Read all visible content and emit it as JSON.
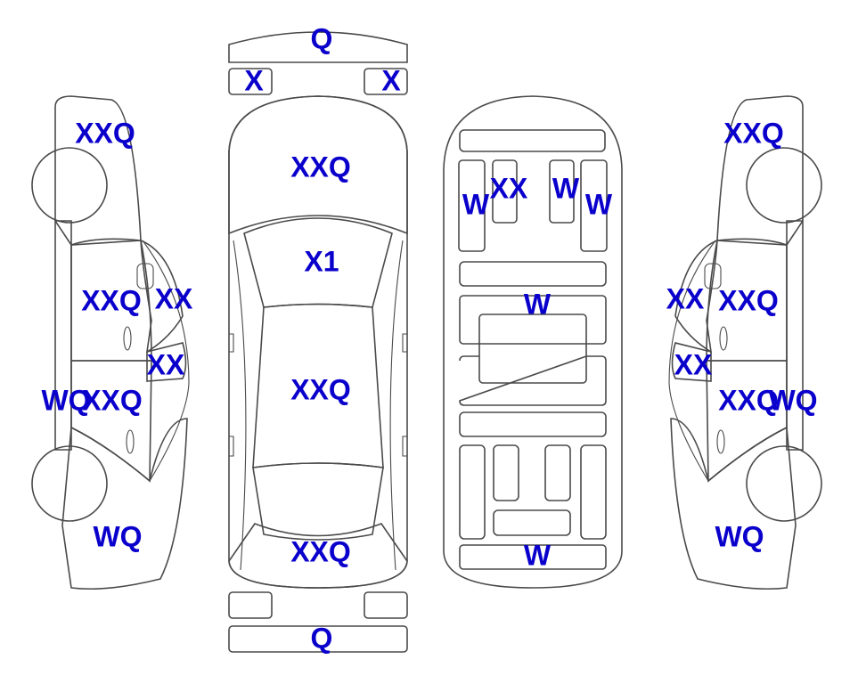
{
  "colors": {
    "panel_marked": "#f9a62a",
    "panel_unmarked": "#def6fd",
    "panel_blank": "#ffffff",
    "label": "#0a00cc",
    "stroke": "#4a4a4a"
  },
  "labels": {
    "front_bumper": "Q",
    "headlight_left": "X",
    "headlight_right": "X",
    "hood": "XXQ",
    "windshield": "X1",
    "roof": "XXQ",
    "trunk": "XXQ",
    "rear_bumper": "Q",
    "left_front_fender": "XXQ",
    "left_front_door": "XXQ",
    "left_front_window": "XX",
    "left_rear_window": "XX",
    "left_rocker": "WQ",
    "left_rear_door": "XXQ",
    "left_rear_quarter": "WQ",
    "right_front_fender": "XXQ",
    "right_front_window": "XX",
    "right_front_door": "XXQ",
    "right_rear_window": "XX",
    "right_rear_door": "XXQ",
    "right_rocker": "WQ",
    "right_rear_quarter": "WQ",
    "floor_left_rail": "W",
    "floor_center_left": "XX",
    "floor_center_right": "W",
    "floor_right_rail": "W",
    "floor_crossmember": "W",
    "floor_rear_panel": "W"
  }
}
